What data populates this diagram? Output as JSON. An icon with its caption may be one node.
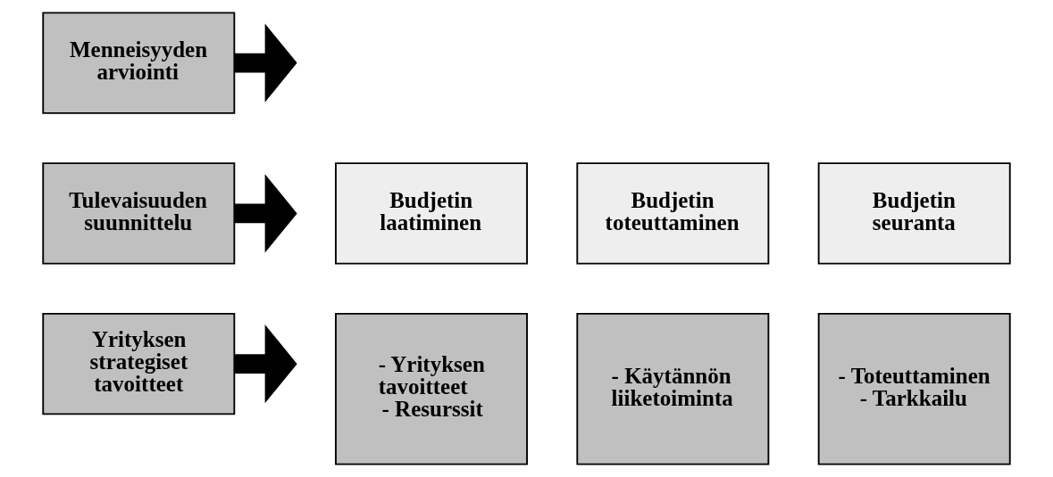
{
  "diagram": {
    "nodes": [
      {
        "text": [
          "Menneisyyden arviointi"
        ]
      },
      {
        "text": [
          "Tulevaisuuden suunnittelu"
        ]
      },
      {
        "text": [
          "Yrityksen strategiset tavoitteet"
        ]
      },
      {
        "text": [
          "Budjetin laatiminen"
        ]
      },
      {
        "text": [
          "Budjetin toteuttaminen"
        ]
      },
      {
        "text": [
          "Budjetin seuranta"
        ]
      },
      {
        "text": [
          "- Yrityksen tavoitteet",
          "- Resurssit"
        ]
      },
      {
        "text": [
          "- Käytännön liiketoiminta"
        ]
      },
      {
        "text": [
          "- Toteuttaminen",
          "- Tarkkailu"
        ]
      }
    ],
    "edges": [
      {
        "from": 0,
        "to": null,
        "arrow": "to"
      },
      {
        "from": 1,
        "to": null,
        "arrow": "to"
      },
      {
        "from": 2,
        "to": null,
        "arrow": "to"
      }
    ]
  }
}
